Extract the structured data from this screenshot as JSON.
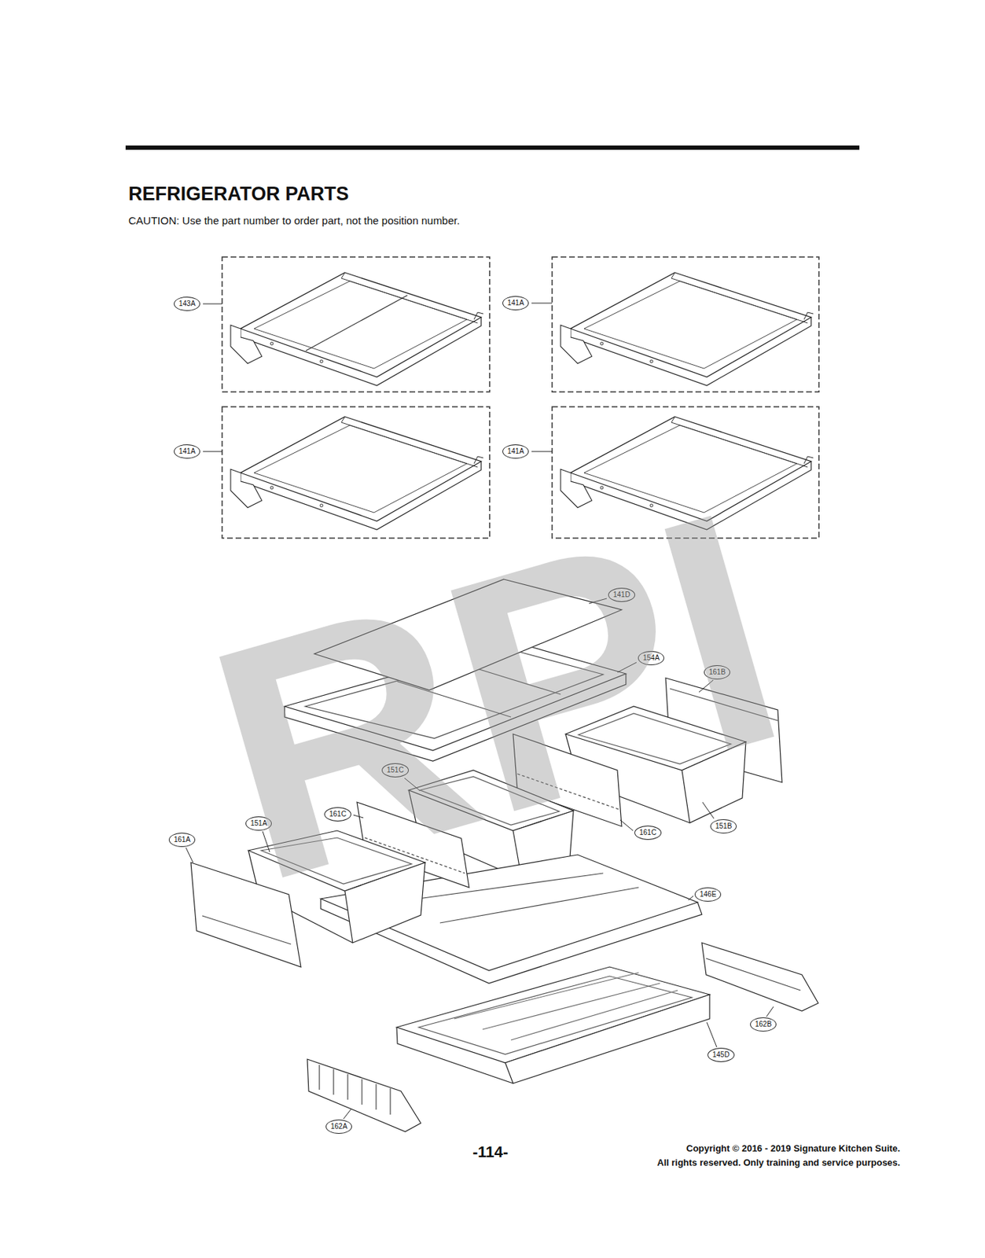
{
  "diagram": {
    "title": "REFRIGERATOR PARTS",
    "nodes": [
      {
        "text": [
          "143A"
        ]
      },
      {
        "text": [
          "141A"
        ]
      },
      {
        "text": [
          "141A"
        ]
      },
      {
        "text": [
          "141A"
        ]
      },
      {
        "text": [
          "141D"
        ]
      },
      {
        "text": [
          "154A"
        ]
      },
      {
        "text": [
          "161B"
        ]
      },
      {
        "text": [
          "151C"
        ]
      },
      {
        "text": [
          "161C"
        ]
      },
      {
        "text": [
          "151A"
        ]
      },
      {
        "text": [
          "161A"
        ]
      },
      {
        "text": [
          "161C"
        ]
      },
      {
        "text": [
          "151B"
        ]
      },
      {
        "text": [
          "146E"
        ]
      },
      {
        "text": [
          "162B"
        ]
      },
      {
        "text": [
          "145D"
        ]
      },
      {
        "text": [
          "162A"
        ]
      }
    ],
    "edges": [],
    "labels": [
      "CAUTION: Use the part number to order part, not the position number.",
      "RPI",
      "-114-",
      "Copyright © 2016 - 2019 Signature Kitchen Suite.",
      "All rights reserved. Only training and service purposes."
    ]
  }
}
